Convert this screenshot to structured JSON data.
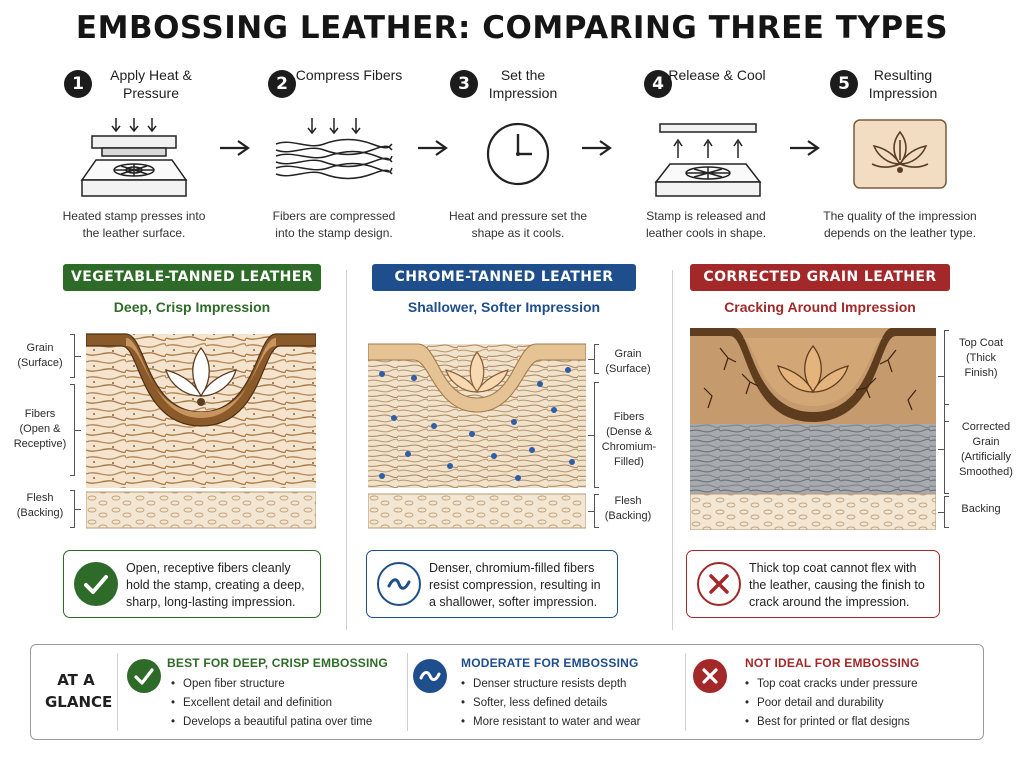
{
  "title": "EMBOSSING LEATHER: COMPARING THREE TYPES",
  "steps": [
    {
      "number": "1",
      "title": "Apply Heat & Pressure",
      "description": "Heated stamp presses into the leather surface."
    },
    {
      "number": "2",
      "title": "Compress Fibers",
      "description": "Fibers are compressed into the stamp design."
    },
    {
      "number": "3",
      "title": "Set the Impression",
      "description": "Heat and pressure set the shape as it cools."
    },
    {
      "number": "4",
      "title": "Release & Cool",
      "description": "Stamp is released and leather cools in shape."
    },
    {
      "number": "5",
      "title": "Resulting Impression",
      "description": "The quality of the impression depends on the leather type."
    }
  ],
  "columns": [
    {
      "banner": "VEGETABLE-TANNED LEATHER",
      "subtitle": "Deep, Crisp Impression",
      "color": "#2f6b28",
      "labels": [
        "Grain (Surface)",
        "Fibers (Open & Receptive)",
        "Flesh (Backing)"
      ],
      "note": "Open, receptive fibers cleanly hold the stamp, creating a deep, sharp, long-lasting impression.",
      "note_icon": "check-icon"
    },
    {
      "banner": "CHROME-TANNED LEATHER",
      "subtitle": "Shallower, Softer Impression",
      "color": "#1f4e8c",
      "labels": [
        "Grain (Surface)",
        "Fibers (Dense & Chromium-Filled)",
        "Flesh (Backing)"
      ],
      "note": "Denser, chromium-filled fibers resist compression, resulting in a shallower, softer impression.",
      "note_icon": "tilde-icon"
    },
    {
      "banner": "CORRECTED GRAIN LEATHER",
      "subtitle": "Cracking Around Impression",
      "color": "#a3282a",
      "labels": [
        "Top Coat (Thick Finish)",
        "Corrected Grain (Artificially Smoothed)",
        "Backing"
      ],
      "note": "Thick top coat cannot flex with the leather, causing the finish to crack around the impression.",
      "note_icon": "x-icon"
    }
  ],
  "glance": {
    "label": "AT A GLANCE",
    "items": [
      {
        "heading": "BEST FOR DEEP, CRISP EMBOSSING",
        "color": "#2f6b28",
        "icon": "check-icon",
        "points": [
          "Open fiber structure",
          "Excellent detail and definition",
          "Develops a beautiful patina over time"
        ]
      },
      {
        "heading": "MODERATE FOR EMBOSSING",
        "color": "#1f4e8c",
        "icon": "tilde-icon",
        "points": [
          "Denser structure resists depth",
          "Softer, less defined details",
          "More resistant to water and wear"
        ]
      },
      {
        "heading": "NOT IDEAL FOR EMBOSSING",
        "color": "#a3282a",
        "icon": "x-icon",
        "points": [
          "Top coat cracks under pressure",
          "Poor detail and durability",
          "Best for printed or flat designs"
        ]
      }
    ]
  }
}
